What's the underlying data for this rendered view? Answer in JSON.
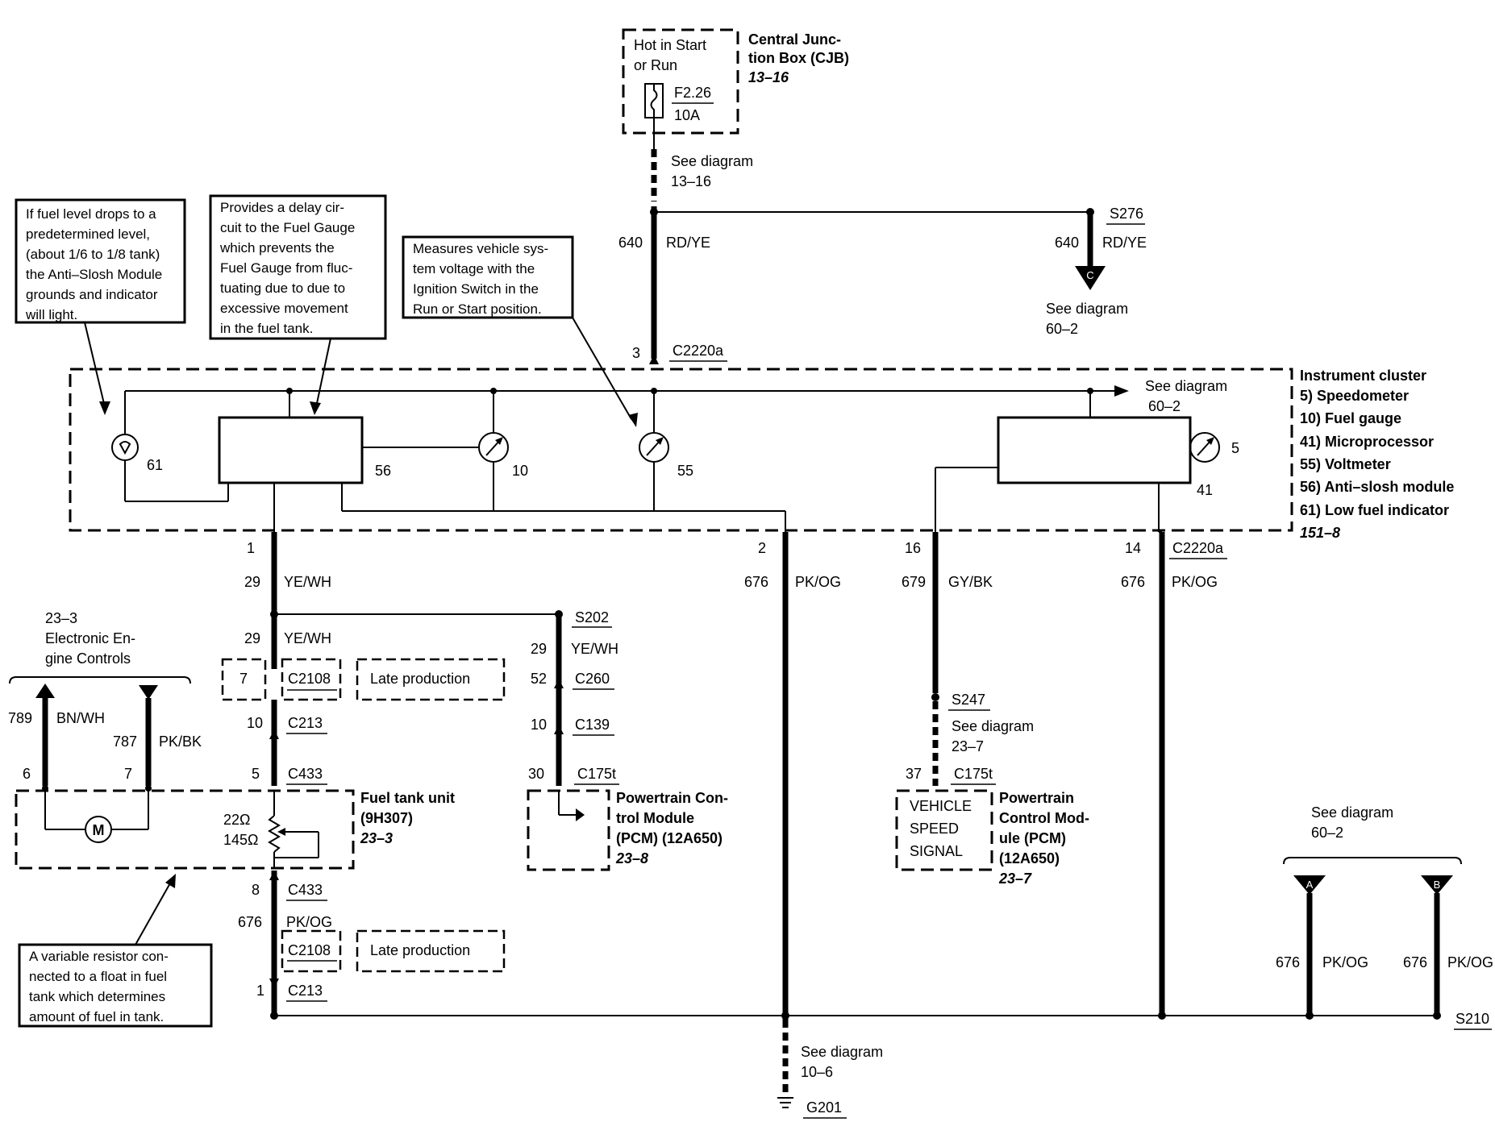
{
  "cjb": {
    "hot": [
      "Hot in Start",
      "or Run"
    ],
    "fuse_id": "F2.26",
    "fuse_rating": "10A",
    "title": [
      "Central Junc-",
      "tion Box (CJB)"
    ],
    "ref": "13–16"
  },
  "see_13_16": [
    "See diagram",
    "13–16"
  ],
  "notes": {
    "low_fuel": [
      "If fuel level drops to a",
      "predetermined level,",
      "(about 1/6 to 1/8 tank)",
      "the Anti–Slosh Module",
      "grounds and indicator",
      "will light."
    ],
    "delay": [
      "Provides a delay cir-",
      "cuit to the Fuel Gauge",
      "which prevents the",
      "Fuel Gauge from fluc-",
      "tuating due to due to",
      "excessive movement",
      "in the fuel tank."
    ],
    "voltage": [
      "Measures vehicle sys-",
      "tem voltage with the",
      "Ignition Switch in the",
      "Run or Start position."
    ],
    "resistor": [
      "A variable resistor con-",
      "nected to a float in fuel",
      "tank which determines",
      "amount of fuel in tank."
    ]
  },
  "wire_640": {
    "circuit": "640",
    "color": "RD/YE"
  },
  "s276": "S276",
  "s276_see": [
    "See diagram",
    "60–2"
  ],
  "connector_c": "C",
  "c2220a_top_pin": "3",
  "c2220a": "C2220a",
  "cluster_see": [
    "See diagram",
    "60–2"
  ],
  "cluster_legend": {
    "title": "Instrument cluster",
    "items": [
      "5)   Speedometer",
      "10) Fuel gauge",
      "41) Microprocessor",
      "55) Voltmeter",
      "56) Anti–slosh module",
      "61) Low fuel indicator"
    ],
    "ref": "151–8"
  },
  "component_nums": {
    "n61": "61",
    "n56": "56",
    "n10": "10",
    "n55": "55",
    "n5": "5",
    "n41": "41"
  },
  "pins_bottom": {
    "p1": "1",
    "p2": "2",
    "p16": "16",
    "p14": "14"
  },
  "wires": {
    "w29": {
      "circuit": "29",
      "color": "YE/WH"
    },
    "w676": {
      "circuit": "676",
      "color": "PK/OG"
    },
    "w679": {
      "circuit": "679",
      "color": "GY/BK"
    },
    "w789": {
      "circuit": "789",
      "color": "BN/WH"
    },
    "w787": {
      "circuit": "787",
      "color": "PK/BK"
    },
    "w52": "52",
    "w10": "10",
    "w30": "30",
    "w37": "37"
  },
  "eec": [
    "23–3",
    "Electronic En-",
    "gine Controls"
  ],
  "c2108": "C2108",
  "c2108_pin": "7",
  "late_production": "Late production",
  "c213": "C213",
  "c213_pin_top": "10",
  "c433": "C433",
  "c433_pin_top": "5",
  "c433_pin_bot": "8",
  "c213_pin_bot": "1",
  "fuel_pins": {
    "p6": "6",
    "p7": "7"
  },
  "fuel_tank_unit": {
    "title": [
      "Fuel tank unit",
      "(9H307)"
    ],
    "ref": "23–3",
    "r1": "22Ω",
    "r2": "145Ω",
    "motor": "M"
  },
  "s202": "S202",
  "c260": "C260",
  "c139": "C139",
  "c175t": "C175t",
  "pcm1": {
    "title": [
      "Powertrain Con-",
      "trol Module",
      "(PCM) (12A650)"
    ],
    "ref": "23–8"
  },
  "s247": "S247",
  "s247_see": [
    "See diagram",
    "23–7"
  ],
  "pcm2": {
    "title": [
      "Powertrain",
      "Control Mod-",
      "ule (PCM)",
      "(12A650)"
    ],
    "ref": "23–7",
    "vss": [
      "VEHICLE",
      "SPEED",
      "SIGNAL"
    ]
  },
  "right_see": [
    "See diagram",
    "60–2"
  ],
  "connector_a": "A",
  "connector_b": "B",
  "s210": "S210",
  "ground_see": [
    "See diagram",
    "10–6"
  ],
  "g201": "G201"
}
